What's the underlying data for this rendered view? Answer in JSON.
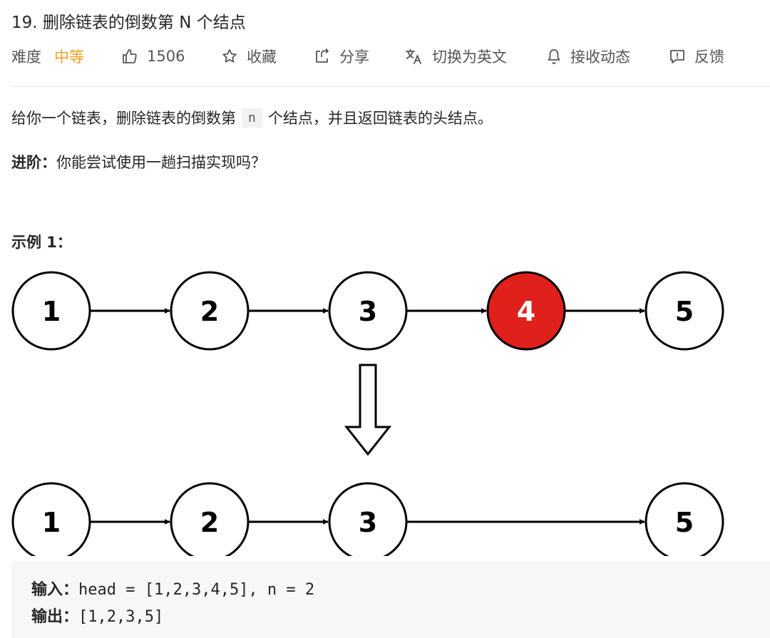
{
  "problem": {
    "title": "19. 删除链表的倒数第 N 个结点"
  },
  "toolbar": {
    "difficulty_label": "难度",
    "difficulty_value": "中等",
    "difficulty_color": "#f0a020",
    "likes_count": "1506",
    "like_icon": "thumbs-up-icon",
    "favorite_label": "收藏",
    "favorite_icon": "star-icon",
    "share_label": "分享",
    "share_icon": "share-icon",
    "switch_language_label": "切换为英文",
    "switch_language_icon": "translate-icon",
    "notifications_label": "接收动态",
    "notifications_icon": "bell-icon",
    "feedback_label": "反馈",
    "feedback_icon": "feedback-icon"
  },
  "description": {
    "part1": "给你一个链表，删除链表的倒数第",
    "code": "n",
    "part2": "个结点，并且返回链表的头结点。"
  },
  "advanced": {
    "label": "进阶：",
    "text": "你能尝试使用一趟扫描实现吗？"
  },
  "example": {
    "title": "示例 1：",
    "diagram": {
      "before": [
        "1",
        "2",
        "3",
        "4",
        "5"
      ],
      "after": [
        "1",
        "2",
        "3",
        "5"
      ],
      "removed_index": 3,
      "removed_color": "#e0201a"
    },
    "input_label": "输入：",
    "input_value": "head = [1,2,3,4,5], n = 2",
    "output_label": "输出：",
    "output_value": "[1,2,3,5]"
  }
}
